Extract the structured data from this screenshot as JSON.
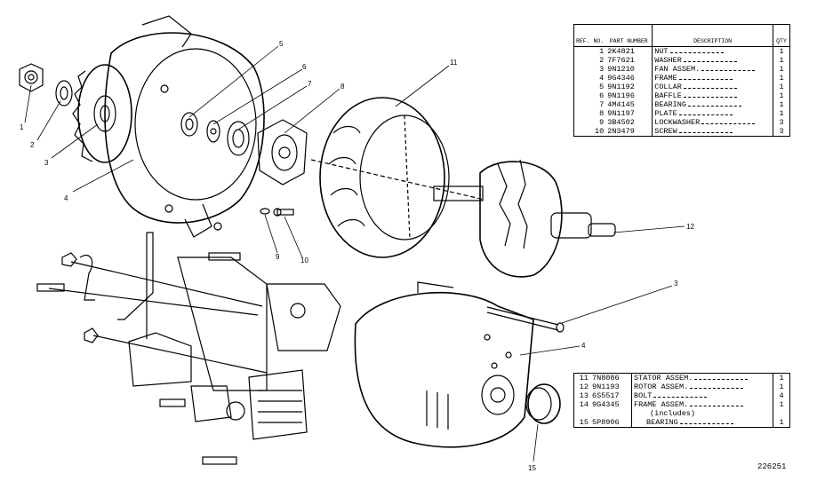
{
  "parts_top": {
    "headers": {
      "ref": "REF. NO.",
      "part": "PART NUMBER",
      "desc": "DESCRIPTION",
      "qty": "QTY"
    },
    "rows": [
      {
        "ref": "1",
        "part": "2K4821",
        "desc": "NUT",
        "qty": "1"
      },
      {
        "ref": "2",
        "part": "7F7621",
        "desc": "WASHER",
        "qty": "1"
      },
      {
        "ref": "3",
        "part": "9N1210",
        "desc": "FAN ASSEM.",
        "qty": "1"
      },
      {
        "ref": "4",
        "part": "9G4346",
        "desc": "FRAME",
        "qty": "1"
      },
      {
        "ref": "5",
        "part": "9N1192",
        "desc": "COLLAR",
        "qty": "1"
      },
      {
        "ref": "6",
        "part": "9N1196",
        "desc": "BAFFLE",
        "qty": "1"
      },
      {
        "ref": "7",
        "part": "4M4145",
        "desc": "BEARING",
        "qty": "1"
      },
      {
        "ref": "8",
        "part": "9N1197",
        "desc": "PLATE",
        "qty": "1"
      },
      {
        "ref": "9",
        "part": "3B4502",
        "desc": "LOCKWASHER",
        "qty": "3"
      },
      {
        "ref": "10",
        "part": "2N3479",
        "desc": "SCREW",
        "qty": "3"
      }
    ]
  },
  "parts_bottom": {
    "rows": [
      {
        "ref": "11",
        "part": "7N8086",
        "desc": "STATOR ASSEM.",
        "qty": "1"
      },
      {
        "ref": "12",
        "part": "9N1193",
        "desc": "ROTOR ASSEM.",
        "qty": "1"
      },
      {
        "ref": "13",
        "part": "6S5517",
        "desc": "BOLT",
        "qty": "4"
      },
      {
        "ref": "14",
        "part": "9G4345",
        "desc": "FRAME ASSEM.",
        "qty": "1"
      },
      {
        "ref": "",
        "part": "",
        "desc": "(includes)",
        "qty": ""
      },
      {
        "ref": "15",
        "part": "5P8906",
        "desc": "BEARING",
        "qty": "1"
      }
    ]
  },
  "callouts": [
    "1",
    "2",
    "3",
    "4",
    "5",
    "6",
    "7",
    "8",
    "9",
    "10",
    "11",
    "12",
    "3",
    "4",
    "15"
  ],
  "drawing_number": "226251"
}
